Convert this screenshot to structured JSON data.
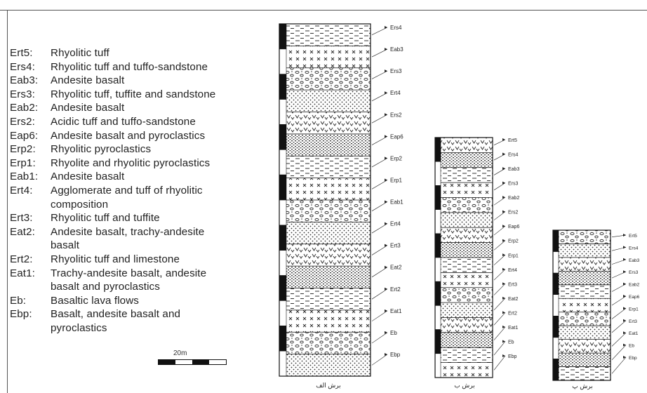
{
  "legend": [
    {
      "code": "Ert5:",
      "desc": "Rhyolitic tuff"
    },
    {
      "code": "Ers4:",
      "desc": "Rhyolitic tuff and tuffo-sandstone"
    },
    {
      "code": "Eab3:",
      "desc": "Andesite basalt"
    },
    {
      "code": "Ers3:",
      "desc": "Rhyolitic tuff, tuffite and sandstone"
    },
    {
      "code": "Eab2:",
      "desc": "Andesite basalt"
    },
    {
      "code": "Ers2:",
      "desc": "Acidic tuff and tuffo-sandstone"
    },
    {
      "code": "Eap6:",
      "desc": "Andesite basalt and pyroclastics"
    },
    {
      "code": "Erp2:",
      "desc": "Rhyolitic pyroclastics"
    },
    {
      "code": "Erp1:",
      "desc": "Rhyolite and rhyolitic pyroclastics"
    },
    {
      "code": "Eab1:",
      "desc": "Andesite basalt"
    },
    {
      "code": "Ert4:",
      "desc": "Agglomerate and tuff of rhyolitic\ncomposition"
    },
    {
      "code": "Ert3:",
      "desc": "Rhyolitic tuff and tuffite"
    },
    {
      "code": "Eat2:",
      "desc": "Andesite basalt, trachy-andesite\nbasalt"
    },
    {
      "code": "Ert2:",
      "desc": "Rhyolitic tuff and limestone"
    },
    {
      "code": "Eat1:",
      "desc": "Trachy-andesite basalt, andesite\nbasalt and pyroclastics"
    },
    {
      "code": "Eb:",
      "desc": "Basaltic lava flows"
    },
    {
      "code": "Ebp:",
      "desc": "Basalt, andesite basalt and\npyroclastics"
    }
  ],
  "scale": {
    "label": "20m"
  },
  "columns": [
    {
      "caption": "برش الف",
      "labels": [
        "Ers4",
        "Eab3",
        "Ers3",
        "Ert4",
        "Ers2",
        "Eap6",
        "Erp2",
        "Erp1",
        "Eab1",
        "Ert4",
        "Ert3",
        "Eat2",
        "Ert2",
        "Eat1",
        "Eb",
        "Ebp"
      ]
    },
    {
      "caption": "برش ب",
      "labels": [
        "Ert5",
        "Ers4",
        "Eab3",
        "Ers3",
        "Eab2",
        "Ers2",
        "Eap6",
        "Erp2",
        "Erp1",
        "Ert4",
        "Ert3",
        "Eat2",
        "Ert2",
        "Eat1",
        "Eb",
        "Ebp"
      ]
    },
    {
      "caption": "برش پ",
      "labels": [
        "Ert5",
        "Ers4",
        "Eab3",
        "Ers3",
        "Eab2",
        "Eap6",
        "Erp1",
        "Ert3",
        "Eat1",
        "Eb",
        "Ebp"
      ]
    }
  ]
}
